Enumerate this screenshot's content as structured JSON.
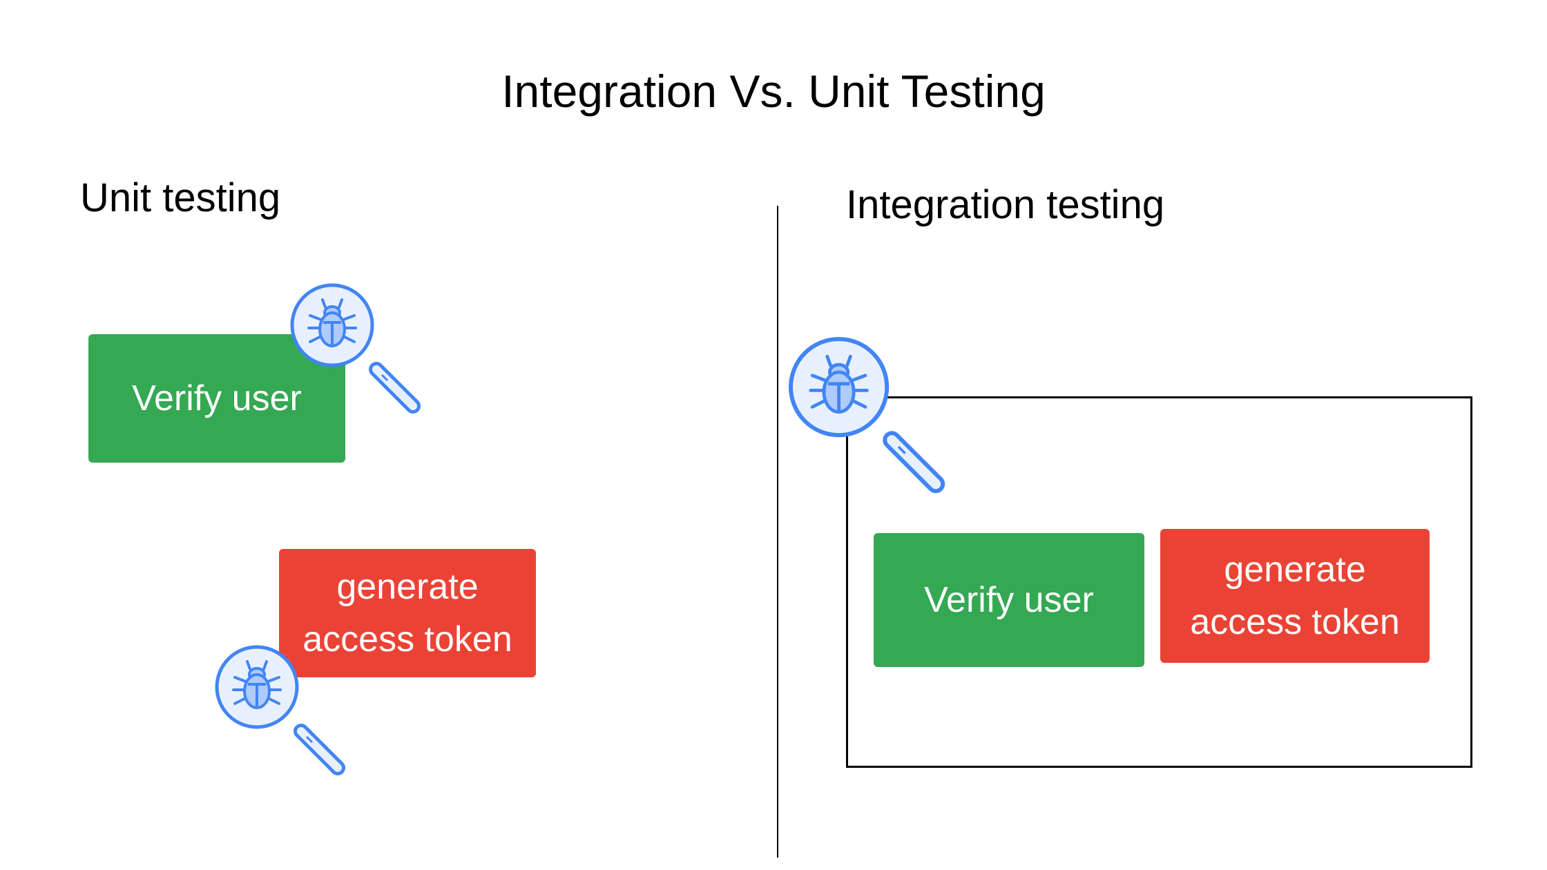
{
  "title": "Integration Vs. Unit Testing",
  "unit": {
    "label": "Unit testing",
    "verify_box": "Verify user",
    "token_box": [
      "generate",
      "access token"
    ]
  },
  "integration": {
    "label": "Integration testing",
    "verify_box": "Verify user",
    "token_box": [
      "generate",
      "access token"
    ]
  },
  "icons": {
    "inspector": "bug-magnifier-icon"
  },
  "colors": {
    "green": "#34a853",
    "red": "#ea4335",
    "icon_blue": "#4285f4",
    "icon_fill": "#e8f0fe",
    "bug_fill": "#aecbfa"
  }
}
